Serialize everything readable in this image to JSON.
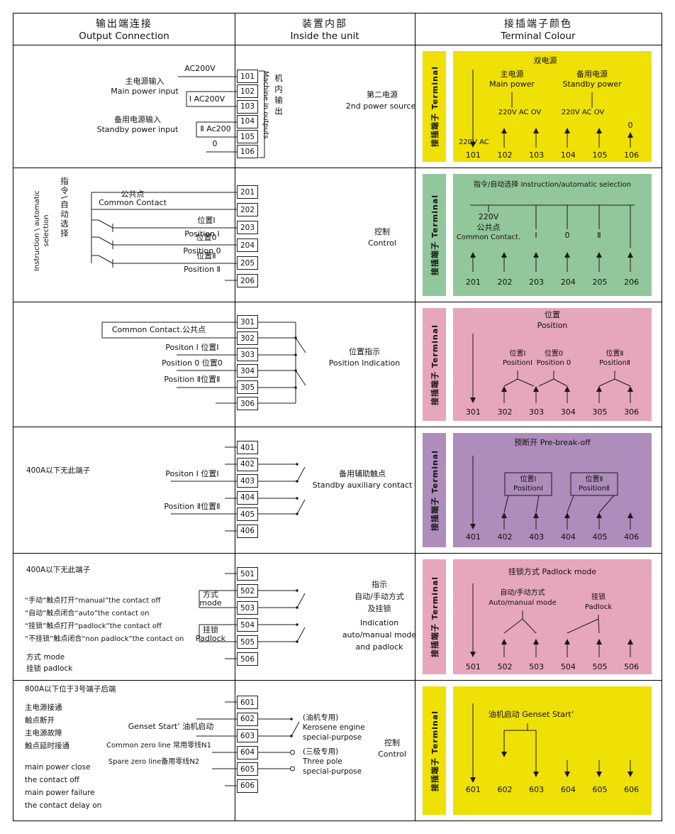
{
  "header": {
    "cols": [
      {
        "zh": "输出端连接",
        "en": "Output Connection"
      },
      {
        "zh": "装置内部",
        "en": "Inside the unit"
      },
      {
        "zh": "接插端子颜色",
        "en": "Terminal Colour"
      }
    ]
  },
  "strip": {
    "label": "接插端子  Terminal"
  },
  "r1": {
    "color": "#efe006",
    "terminals": [
      "101",
      "102",
      "103",
      "104",
      "105",
      "106"
    ],
    "left": {
      "ac1": "AC200V",
      "main_zh": "主电源输入",
      "main_en": "Main power input",
      "ac2": "Ⅰ AC200V",
      "standby_zh": "备用电源输入",
      "standby_en": "Standby power input",
      "ac3": "Ⅱ Ac200",
      "zero": "0"
    },
    "mid": {
      "bracket_zh": "机内输出",
      "bracket_en": "Machine in outputs",
      "desc_zh": "第二电源",
      "desc_en": "2nd power source"
    },
    "panel": {
      "title": "双电源",
      "main_zh": "主电源",
      "main_en": "Main power",
      "standby_zh": "备用电源",
      "standby_en": "Standby power",
      "v1": "220V AC OV",
      "v2": "220V AC OV",
      "src": "220V AC",
      "zero": "0"
    }
  },
  "r2": {
    "color": "#92c79b",
    "terminals": [
      "201",
      "202",
      "203",
      "204",
      "205",
      "206"
    ],
    "left": {
      "vert_zh": "指令\\自动选择",
      "vert_en": "Instruction \\ automatic selection",
      "common_zh": "公共点",
      "common_en": "Common Contact",
      "p1_zh": "位置Ⅰ",
      "p1_en": "Position Ⅰ",
      "p0_zh": "位置0",
      "p0_en": "Position 0",
      "p2_zh": "位置Ⅱ",
      "p2_en": "Position Ⅱ"
    },
    "mid": {
      "zh": "控制",
      "en": "Control"
    },
    "panel": {
      "title": "指令/自动选择 Instruction/automatic selection",
      "v": "220V",
      "common_zh": "公共点",
      "common_en": "Common Contact.",
      "l1": "Ⅰ",
      "l0": "0",
      "l2": "Ⅱ"
    }
  },
  "r3": {
    "color": "#e6a6bb",
    "terminals": [
      "301",
      "302",
      "303",
      "304",
      "305",
      "306"
    ],
    "left": {
      "common": "Common Contact.公共点",
      "p1": "Positon Ⅰ 位置Ⅰ",
      "p0": "Position 0 位置0",
      "p2": "Position Ⅱ位置Ⅱ"
    },
    "mid": {
      "zh": "位置指示",
      "en": "Position Indication"
    },
    "panel": {
      "title_zh": "位置",
      "title_en": "Position",
      "g1_zh": "位置Ⅰ",
      "g1_en": "PositionⅠ",
      "g0_zh": "位置0",
      "g0_en": "Position 0",
      "g2_zh": "位置Ⅱ",
      "g2_en": "PositionⅡ"
    }
  },
  "r4": {
    "color": "#ae8cbb",
    "terminals": [
      "401",
      "402",
      "403",
      "404",
      "405",
      "406"
    ],
    "left": {
      "note": "400A以下无此端子",
      "p1": "Positon Ⅰ 位置Ⅰ",
      "p2": "Position Ⅱ位置Ⅱ"
    },
    "mid": {
      "zh": "备用辅助触点",
      "en": "Standby auxiliary contact"
    },
    "panel": {
      "title": "预断开 Pre-break-off",
      "g1_zh": "位置Ⅰ",
      "g1_en": "PositionⅠ",
      "g2_zh": "位置Ⅱ",
      "g2_en": "PositionⅡ"
    }
  },
  "r5": {
    "color": "#e6a6bb",
    "terminals": [
      "501",
      "502",
      "503",
      "504",
      "505",
      "506"
    ],
    "left": {
      "note": "400A以下无此端子",
      "q1": "“手动”触点打开“manual”the contact off",
      "q2": "“自动”触点闭合“auto”the contact on",
      "q3": "“挂锁”触点打开“padlock”the contact off",
      "q4": "“不挂锁”触点闭合“non padlock”the contact on",
      "mode_zh": "方式",
      "mode_en": "mode",
      "pad_zh": "挂锁",
      "pad_en": "Padlock",
      "b1": "方式 mode",
      "b2": "挂锁 padlock"
    },
    "mid": {
      "l1": "指示",
      "l2": "自动/手动方式",
      "l3": "及挂锁",
      "l4": "Indication",
      "l5": "auto/manual mode",
      "l6": "and padlock"
    },
    "panel": {
      "title": "挂锁方式 Padlock mode",
      "am_zh": "自动/手动方式",
      "am_en": "Auto/manual mode",
      "pad_zh": "挂锁",
      "pad_en": "Padlock"
    }
  },
  "r6": {
    "color": "#efe006",
    "terminals": [
      "601",
      "602",
      "603",
      "604",
      "605",
      "606"
    ],
    "left": {
      "note": "800A以下位于3号端子后端",
      "zh1": "主电源接通",
      "zh2": "触点断开",
      "zh3": "主电源故障",
      "zh4": "触点延时接通",
      "genset": "Genset Start’ 油机启动",
      "n1": "Common zero line 常用零线N1",
      "n2": "Spare zero line备用零线N2",
      "en1": "main power close",
      "en2": "the contact off",
      "en3": "main power failure",
      "en4": "the contact delay on"
    },
    "mid": {
      "k1": "(油机专用)",
      "k2": "Kerosene engine",
      "k3": "special-purpose",
      "t1": "(三极专用)",
      "t2": "Three pole",
      "t3": "special-purpose",
      "c_zh": "控制",
      "c_en": "Control"
    },
    "panel": {
      "title": "油机启动 Genset Start’"
    }
  }
}
